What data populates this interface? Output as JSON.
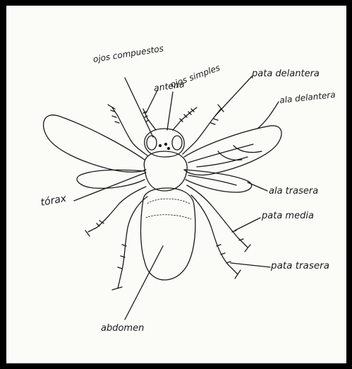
{
  "labels": {
    "ojos_compuestos": "ojos compuestos",
    "antena": "antena",
    "ojos_simples": "ojos simples",
    "pata_delantera": "pata delantera",
    "ala_delantera": "ala delantera",
    "ala_trasera": "ala trasera",
    "torax": "tórax",
    "pata_media": "pata media",
    "pata_trasera": "pata trasera",
    "abdomen": "abdomen"
  },
  "colors": {
    "frame": "#000000",
    "paper": "#fbfbf8",
    "ink": "#1a1a1a"
  }
}
